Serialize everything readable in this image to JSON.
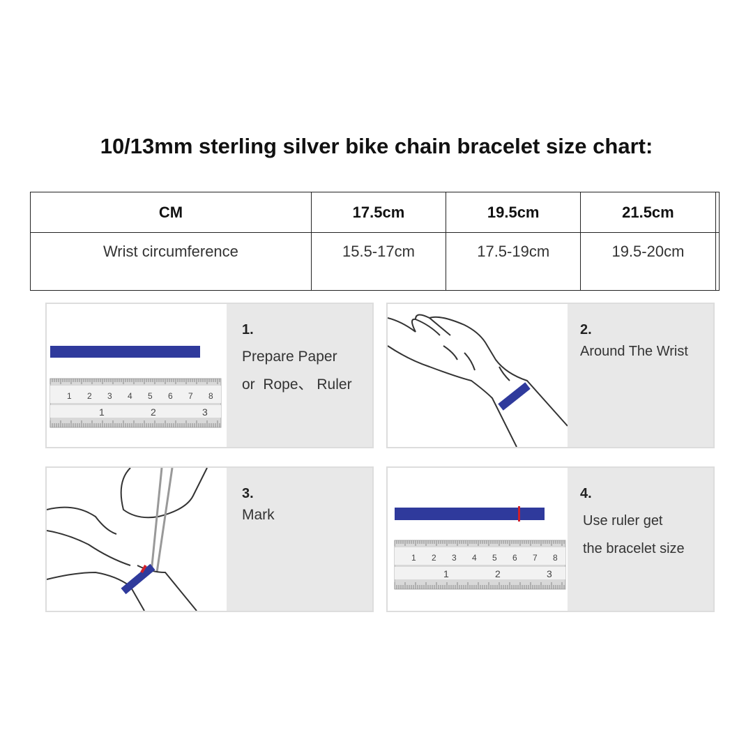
{
  "title": "10/13mm sterling silver bike chain bracelet size chart:",
  "table": {
    "header": [
      "CM",
      "17.5cm",
      "19.5cm",
      "21.5cm",
      ""
    ],
    "row": [
      "Wrist circumference",
      "15.5-17cm",
      "17.5-19cm",
      "19.5-20cm",
      ""
    ]
  },
  "steps": [
    {
      "num": "1.",
      "text": "Prepare Paper\nor  Rope、 Ruler"
    },
    {
      "num": "2.",
      "text": "Around The Wrist"
    },
    {
      "num": "3.",
      "text": "Mark"
    },
    {
      "num": "4.",
      "text": "Use ruler get\nthe bracelet size"
    }
  ],
  "ruler": {
    "cm": [
      "1",
      "2",
      "3",
      "4",
      "5",
      "6",
      "7",
      "8"
    ],
    "inch": [
      "1",
      "2",
      "3"
    ]
  },
  "colors": {
    "band": "#2f3a9c",
    "mark": "#d0202a",
    "panel_gray": "#e8e8e8"
  }
}
